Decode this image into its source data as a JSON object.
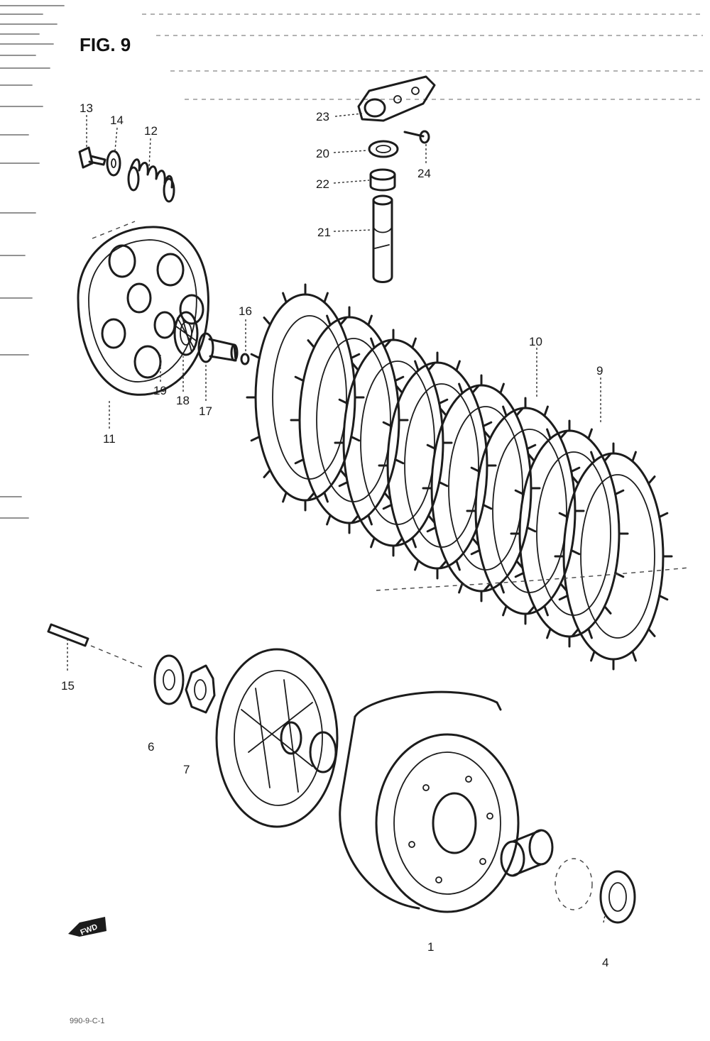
{
  "figure": {
    "title": "FIG. 9",
    "footer": "990-9-C-1"
  },
  "callouts": {
    "c1": "1",
    "c4": "4",
    "c6": "6",
    "c7": "7",
    "c9": "9",
    "c10": "10",
    "c11": "11",
    "c12": "12",
    "c13": "13",
    "c14": "14",
    "c15": "15",
    "c16": "16",
    "c17": "17",
    "c18": "18",
    "c19": "19",
    "c20": "20",
    "c21": "21",
    "c22": "22",
    "c23": "23",
    "c24": "24"
  },
  "direction_marker": {
    "label": "FWD"
  }
}
